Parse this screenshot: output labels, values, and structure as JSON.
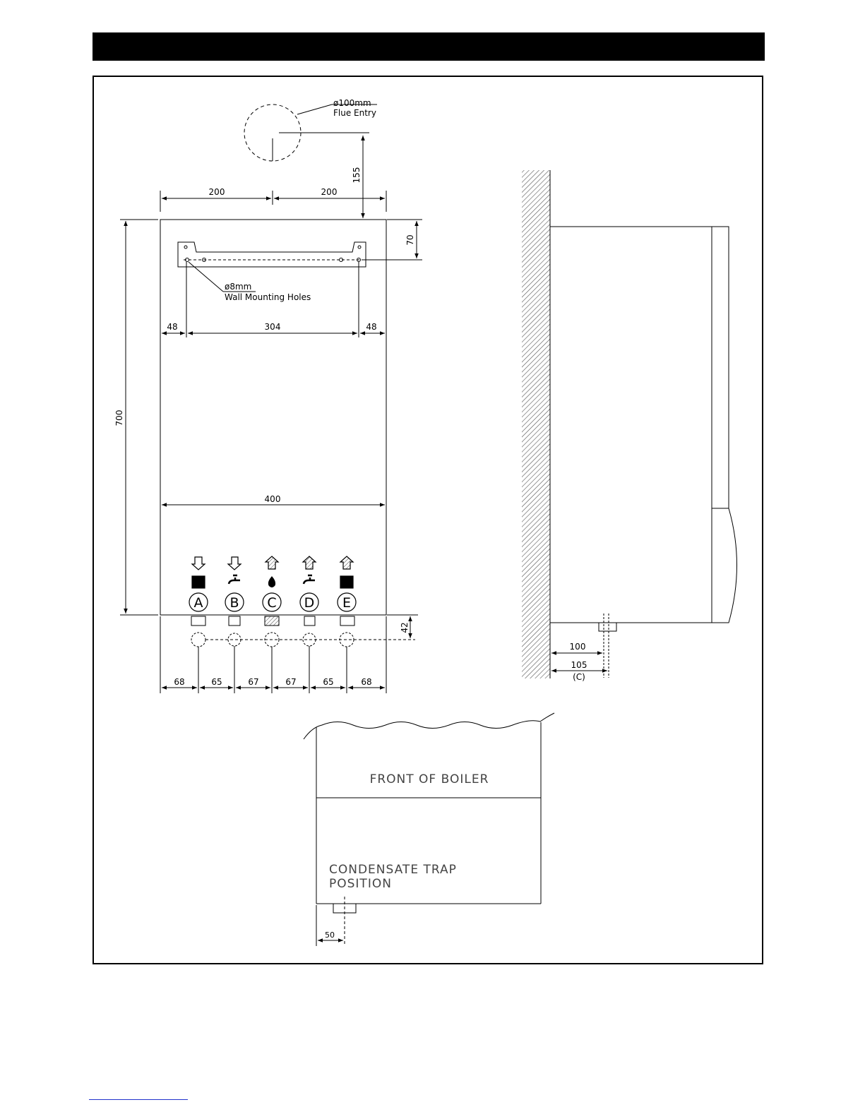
{
  "flue": {
    "diameter_label": "ø100mm",
    "entry_label": "Flue Entry"
  },
  "dims": {
    "flue_left": "200",
    "flue_right": "200",
    "flue_height": "155",
    "bracket_top": "70",
    "height": "700",
    "width": "400",
    "hole_left": "48",
    "hole_span": "304",
    "hole_right": "48",
    "conn_drop": "42",
    "conn_spacing": [
      "68",
      "65",
      "67",
      "67",
      "65",
      "68"
    ],
    "side_100": "100",
    "side_105": "105",
    "side_c": "(C)",
    "trap_offset": "50"
  },
  "mounting": {
    "diameter_label": "ø8mm",
    "holes_label": "Wall Mounting Holes"
  },
  "connections": [
    {
      "letter": "A",
      "arrow": "down-arrow",
      "icon": "radiator-icon"
    },
    {
      "letter": "B",
      "arrow": "down-arrow",
      "icon": "tap-icon"
    },
    {
      "letter": "C",
      "arrow": "up-arrow",
      "icon": "gas-flame-icon"
    },
    {
      "letter": "D",
      "arrow": "up-arrow",
      "icon": "tap-icon"
    },
    {
      "letter": "E",
      "arrow": "up-arrow",
      "icon": "radiator-icon"
    }
  ],
  "trap_view": {
    "front_label": "FRONT OF BOILER",
    "trap_line1": "CONDENSATE TRAP",
    "trap_line2": "POSITION"
  }
}
